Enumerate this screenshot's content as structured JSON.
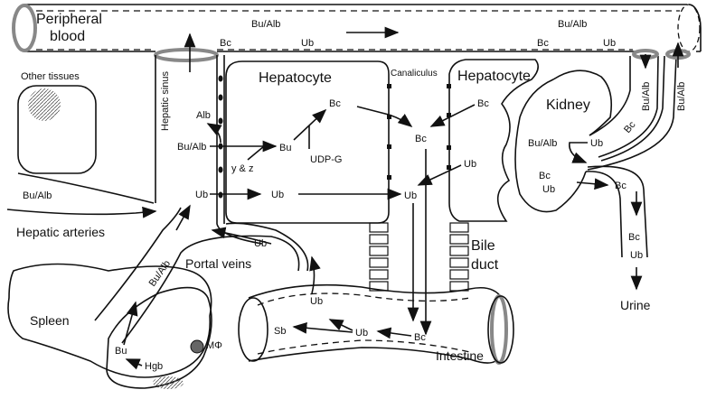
{
  "labels": {
    "peripheral": "Peripheral",
    "blood": "blood",
    "bualb_top1": "Bu/Alb",
    "bualb_top2": "Bu/Alb",
    "bc_top1": "Bc",
    "ub_top1": "Ub",
    "bc_top2": "Bc",
    "ub_top2": "Ub",
    "other_tissues": "Other tissues",
    "hepatic_sinus": "Hepatic sinus",
    "hepatocyte1": "Hepatocyte",
    "canaliculus": "Canaliculus",
    "hepatocyte2": "Hepatocyte",
    "alb": "Alb",
    "bualb_sinus": "Bu/Alb",
    "bu_cell": "Bu",
    "bc_cell": "Bc",
    "yz": "y & z",
    "udpg": "UDP-G",
    "ub_sinus": "Ub",
    "ub_cell": "Ub",
    "bc_canal": "Bc",
    "bc_right": "Bc",
    "ub_right": "Ub",
    "ub_canal": "Ub",
    "bualb_left": "Bu/Alb",
    "hepatic_arteries": "Hepatic arteries",
    "portal_veins": "Portal veins",
    "bualb_portal": "Bu/Alb",
    "ub_portal": "Ub",
    "bile": "Bile",
    "duct": "duct",
    "kidney": "Kidney",
    "bualb_kidney": "Bu/Alb",
    "ub_kidney": "Ub",
    "bc_kidney": "Bc",
    "ub_kidney2": "Ub",
    "bc_kidney_out": "Bc",
    "bc_ureter": "Bc",
    "ub_ureter": "Ub",
    "bc_renal": "Bc",
    "bualb_renal1": "Bu/Alb",
    "bualb_renal2": "Bu/Alb",
    "urine": "Urine",
    "spleen": "Spleen",
    "bu_spleen": "Bu",
    "hgb": "Hgb",
    "macrophage": "MΦ",
    "ub_int1": "Ub",
    "ub_int2": "Ub",
    "sb": "Sb",
    "bc_int": "Bc",
    "intestine": "Intestine"
  }
}
